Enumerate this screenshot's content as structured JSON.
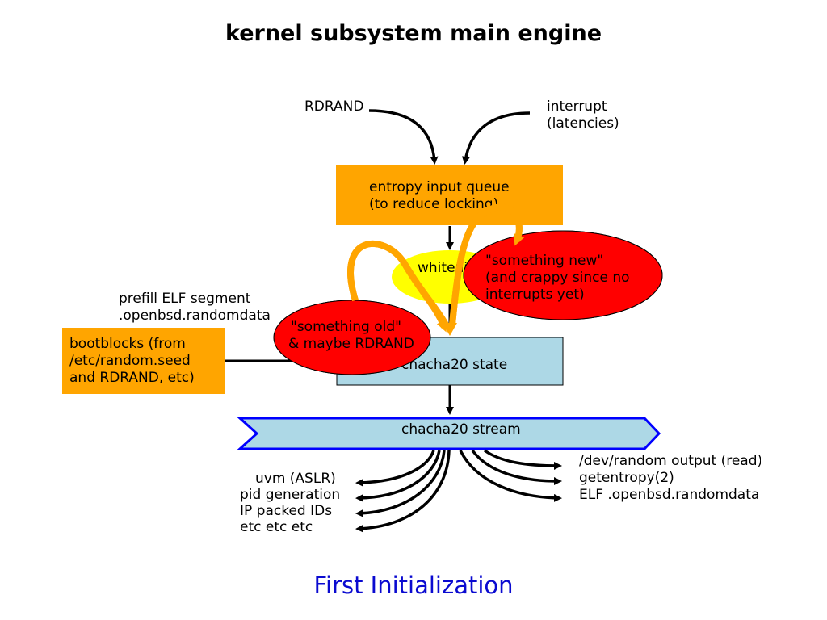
{
  "title": "kernel subsystem main engine",
  "footer": "First Initialization",
  "inputs": {
    "rdrand": "RDRAND",
    "interrupt": [
      "interrupt",
      "(latencies)"
    ]
  },
  "entropy_queue": [
    "entropy input queue",
    "(to reduce locking)"
  ],
  "whitening": "whitening",
  "something_new": [
    "\"something new\"",
    "(and crappy since no",
    "interrupts yet)"
  ],
  "something_old": [
    "\"something old\"",
    "& maybe RDRAND"
  ],
  "prefill": [
    "prefill ELF segment",
    ".openbsd.randomdata"
  ],
  "bootblocks": [
    "bootblocks (from",
    "/etc/random.seed",
    "and RDRAND, etc)"
  ],
  "chacha_state": "chacha20 state",
  "chacha_stream": "chacha20 stream",
  "left_outputs": [
    "uvm (ASLR)",
    "pid generation",
    "IP packed IDs",
    "etc etc etc"
  ],
  "right_outputs": [
    "/dev/random output (read)",
    "getentropy(2)",
    "ELF .openbsd.randomdata"
  ],
  "colors": {
    "orange": "#ffa500",
    "yellow": "#ffff00",
    "red": "#ff0000",
    "lightblue": "#add8e6",
    "blue_border": "#0000ff",
    "footer_text": "#0a0ad0"
  }
}
